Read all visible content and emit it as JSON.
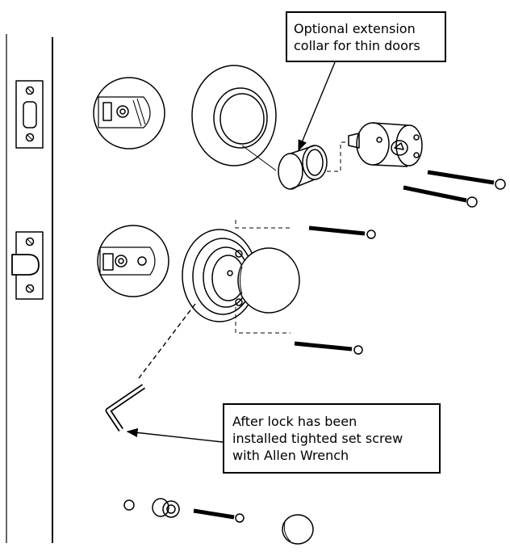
{
  "callouts": {
    "extension_collar": [
      "Optional extension",
      "collar for thin doors"
    ],
    "set_screw": [
      "After lock has been",
      "installed tighted set screw",
      "with Allen Wrench"
    ]
  },
  "colors": {
    "line": "#000000",
    "background": "#ffffff"
  }
}
